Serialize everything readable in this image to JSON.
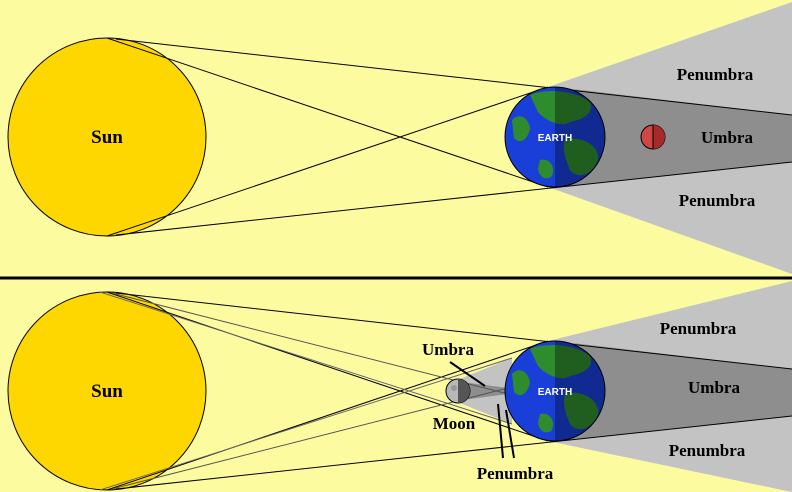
{
  "top_panel": {
    "sun_label": "Sun",
    "earth_label": "EARTH",
    "penumbra_upper": "Penumbra",
    "umbra": "Umbra",
    "penumbra_lower": "Penumbra"
  },
  "bottom_panel": {
    "sun_label": "Sun",
    "earth_label": "EARTH",
    "penumbra_upper": "Penumbra",
    "umbra": "Umbra",
    "penumbra_lower": "Penumbra",
    "moon_umbra": "Umbra",
    "moon_label": "Moon",
    "moon_penumbra": "Penumbra"
  },
  "colors": {
    "background": "#fdfba0",
    "sun": "#ffd700",
    "penumbra": "#c3c3c3",
    "umbra": "#8e8e8e",
    "ocean": "#1a3fd8",
    "land": "#2e8b2e",
    "eclipsed_moon": "#d04545",
    "moon": "#b8b8b8"
  }
}
